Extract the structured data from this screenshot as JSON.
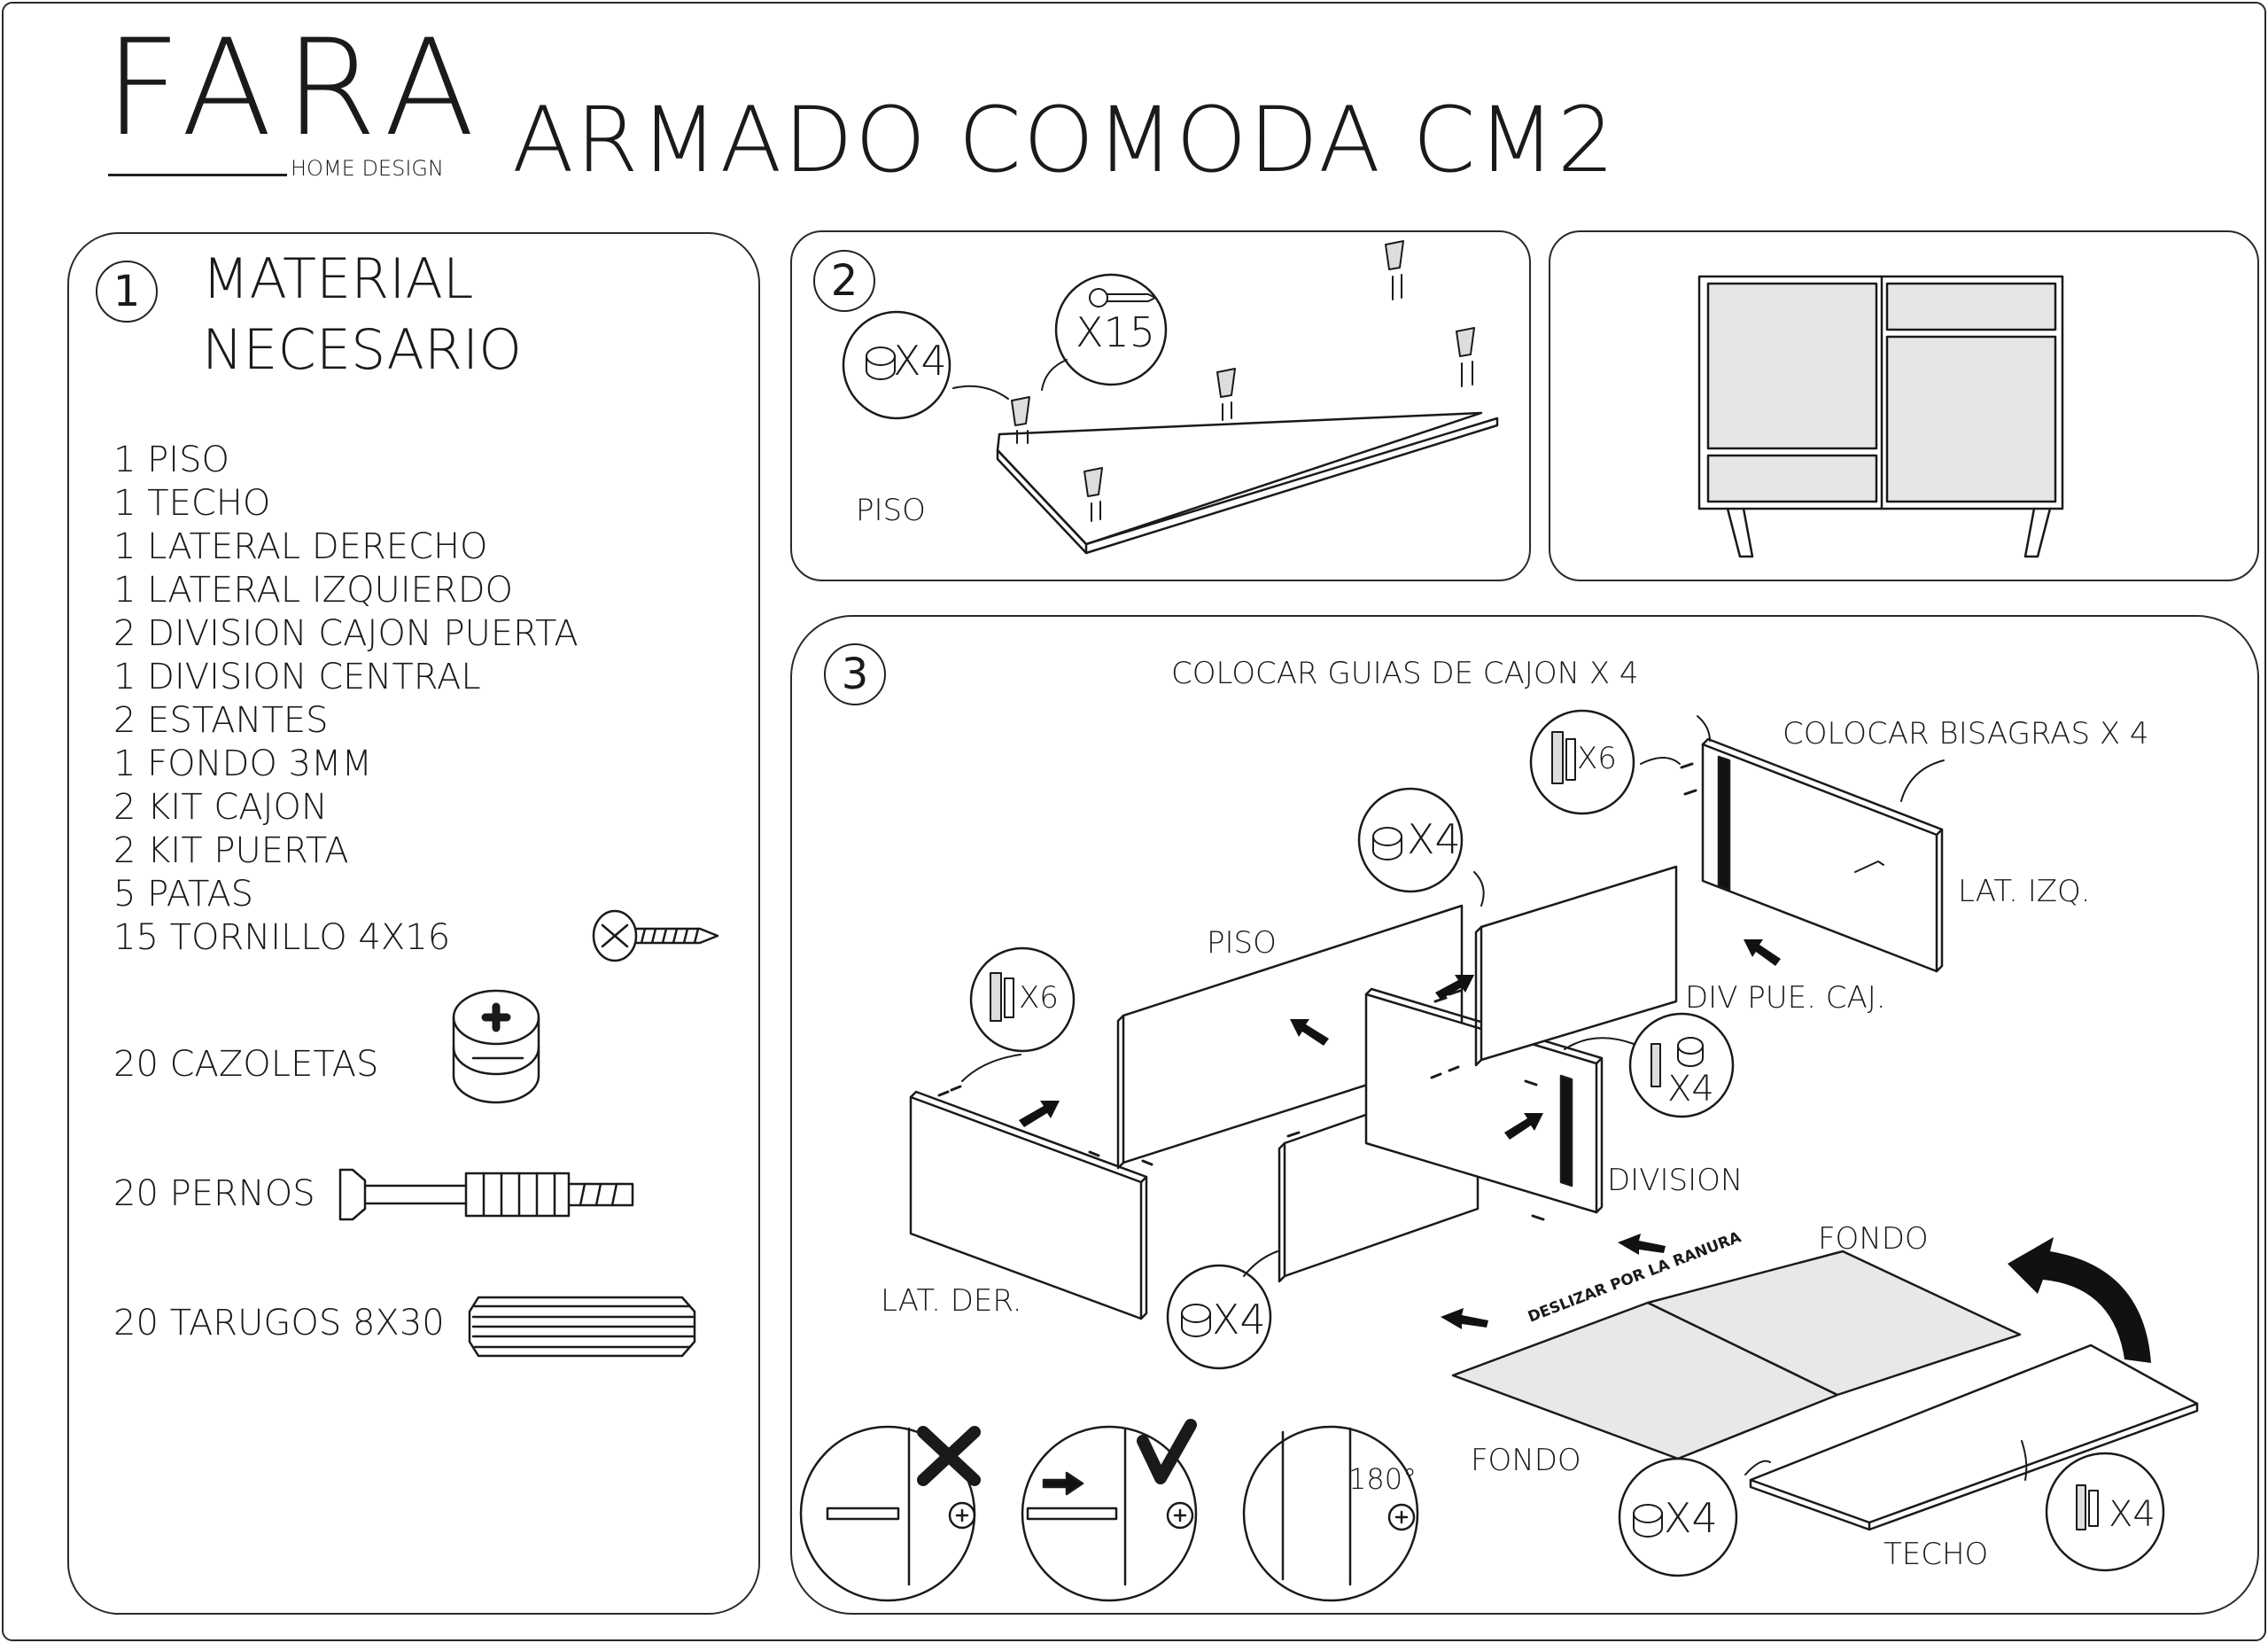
{
  "header": {
    "brand": "FARA",
    "brand_sub": "HOME DESIGN",
    "title": "ARMADO COMODA CM2"
  },
  "step1": {
    "number": "1",
    "title_line1": "MATERIAL",
    "title_line2": "NECESARIO",
    "items": [
      "1 PISO",
      "1 TECHO",
      "1 LATERAL  DERECHO",
      "1 LATERAL IZQUIERDO",
      "2 DIVISION CAJON PUERTA",
      "1 DIVISION CENTRAL",
      "2 ESTANTES",
      "1 FONDO 3MM",
      "2  KIT CAJON",
      "2 KIT PUERTA",
      "5 PATAS",
      "15 TORNILLO 4X16"
    ],
    "hardware": [
      "20 CAZOLETAS",
      "20 PERNOS",
      "20 TARUGOS 8X30"
    ]
  },
  "step2": {
    "number": "2",
    "qty_cam": "X4",
    "qty_screw": "X15",
    "label_piso": "PISO"
  },
  "step3": {
    "number": "3",
    "labels": {
      "guias": "COLOCAR GUIAS DE CAJON X 4",
      "bisagras": "COLOCAR BISAGRAS X 4",
      "lat_izq": "LAT. IZQ.",
      "div_pue_caj": "DIV PUE. CAJ.",
      "piso": "PISO",
      "division": "DIVISION",
      "lat_der": "LAT. DER.",
      "fondo_top": "FONDO",
      "fondo_bottom": "FONDO",
      "deslizar": "DESLIZAR POR LA RANURA",
      "techo": "TECHO",
      "angle": "180°"
    },
    "badges": {
      "dowel_x6_a": "X6",
      "cam_x4_a": "X4",
      "dowel_x6_b": "X6",
      "combo_x4": "X4",
      "cam_x4_b": "X4",
      "cam_x4_c": "X4",
      "dowel_x4": "X4"
    }
  }
}
